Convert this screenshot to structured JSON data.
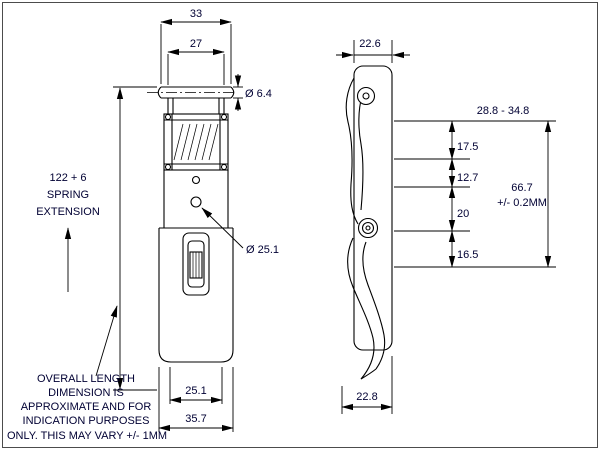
{
  "colors": {
    "line_color": "#000000",
    "text_color": "#000033",
    "background_color": "#ffffff"
  },
  "front_view": {
    "dims": {
      "top_width": "33",
      "inner_width": "27",
      "wire_diameter": "Ø 6.4",
      "hole_diameter": "Ø 25.1",
      "spring_extension_line1": "122 + 6",
      "spring_extension_line2": "SPRING",
      "spring_extension_line3": "EXTENSION",
      "bottom_inner_width": "25.1",
      "bottom_outer_width": "35.7"
    }
  },
  "side_view": {
    "dims": {
      "top_width": "22.6",
      "adjust_range": "28.8 - 34.8",
      "seg1": "17.5",
      "seg2": "12.7",
      "seg3": "20",
      "seg4": "16.5",
      "overall_line1": "66.7",
      "overall_line2": "+/- 0.2MM",
      "bottom_width": "22.8"
    }
  },
  "note": {
    "line1": "OVERALL LENGTH",
    "line2": "DIMENSION IS",
    "line3": "APPROXIMATE AND FOR",
    "line4": "INDICATION PURPOSES",
    "line5": "ONLY. THIS MAY VARY +/- 1MM"
  }
}
